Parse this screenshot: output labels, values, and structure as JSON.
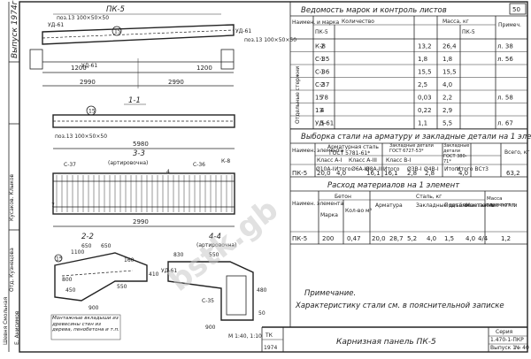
{
  "sheet": {
    "page_number": "50",
    "edition": "Выпуск 1974г",
    "watermark": "bstk.gb",
    "left_stamp": [
      "Шевня Смольная",
      "Отд. Кузнецова",
      "Кусаков. Клыков",
      "Е. Анисимов"
    ],
    "bottom": {
      "year_code": "ТК",
      "year": "1974",
      "title": "Карнизная панель ПК-5",
      "series_label": "Серия",
      "series": "1.470-1-ПКР",
      "issue": "Выпуск 1",
      "sheet": "№ 40"
    }
  },
  "drawing": {
    "main_label": "ПК-5",
    "labels": {
      "p13_top": "поз.13 100×50×50",
      "ud61_a": "УД-61",
      "ud61_b": "УД-61",
      "ud61_c": "УД-61",
      "ud61_d": "УД-61",
      "p13_right": "поз.13 100×50×50",
      "p13_bottom": "поз.13 100×50×50",
      "pos15": "15",
      "pos15b": "15",
      "pos15c": "15",
      "dim_1200": "1200",
      "dim_1200b": "1200",
      "dim_2990a": "2990",
      "dim_2990b": "2990",
      "dim_5980": "5980",
      "dim_2990c": "2990",
      "sec_11": "1-1",
      "sec_33": "3-3",
      "sec_22": "2-2",
      "sec_44": "4-4",
      "arm_a": "(артировочна)",
      "arm_b": "(артировочна)",
      "c37": "С-37",
      "c36": "С-36",
      "c35": "С-35",
      "k8": "К-8",
      "m4": "4",
      "m7": "7",
      "dims_22": [
        "650",
        "1100",
        "650",
        "800",
        "450",
        "550",
        "160",
        "410",
        "900"
      ],
      "dims_44": [
        "830",
        "550",
        "480",
        "900",
        "50"
      ],
      "note_wood": "Монтажные вкладыши из древесины стен из дерева, пенобетона и т.п.",
      "scale": "М 1:40, 1:10"
    }
  },
  "table1": {
    "title": "Ведомость марок и контроль листов",
    "headers": [
      "Наимен. и марка",
      "Количество",
      "ПК-5",
      "Масса, кг",
      "ПК-5",
      "Примеч."
    ],
    "rows": [
      [
        "К-8",
        "2",
        "13,2",
        "26,4",
        "л. 38"
      ],
      [
        "С-35",
        "1",
        "1,8",
        "1,8",
        "л. 56"
      ],
      [
        "С-36",
        "1",
        "15,5",
        "15,5",
        ""
      ],
      [
        "С-37",
        "2",
        "2,5",
        "4,0",
        ""
      ],
      [
        "15",
        "78",
        "0,03",
        "2,2",
        "л. 58"
      ],
      [
        "13",
        "4",
        "0,22",
        "2,9",
        ""
      ],
      [
        "УД-61",
        "5",
        "1,1",
        "5,5",
        "л. 67"
      ]
    ],
    "side": "Отдельные стержни"
  },
  "table2": {
    "title": "Выборка стали на арматуру и закладные детали на 1 элемент",
    "headers": [
      "Наимен. элемента",
      "Арматурная сталь",
      "ГОСТ 5781-61*",
      "Класс А-I",
      "Класс А-III",
      "Класс В-I",
      "Закладные детали ГОСТ 6727-53*",
      "Закладные детали ГОСТ 380-71*",
      "Всего, кг"
    ],
    "subheaders": [
      "Ø10А-I",
      "Итого",
      "Ø6А-III",
      "Ø8А-III",
      "Итого",
      "Ø3В-I",
      "Ø4В-I",
      "Итого",
      "Итого ВСт3",
      ""
    ],
    "row": [
      "ПК-5",
      "20,0",
      "4,0",
      "",
      "16,1",
      "16,1",
      "2,8",
      "2,8",
      "",
      "4,0",
      "63,2"
    ]
  },
  "table3": {
    "title": "Расход материалов на 1 элемент",
    "headers": [
      "Наимен. элемента",
      "Бетон",
      "Марка",
      "Кол-во м³",
      "Сталь, кг",
      "Арматура",
      "Закладные детали",
      "Подъёмные петли",
      "Монтажные петли",
      "Масса элемента т"
    ],
    "row": [
      "ПК-5",
      "200",
      "0,47",
      "20,0",
      "28,7",
      "5,2",
      "4,0",
      "1,5",
      "4,0",
      "4/4",
      "1,2"
    ]
  },
  "note": {
    "title": "Примечание.",
    "text": "Характеристику стали см. в пояснительной записке"
  }
}
